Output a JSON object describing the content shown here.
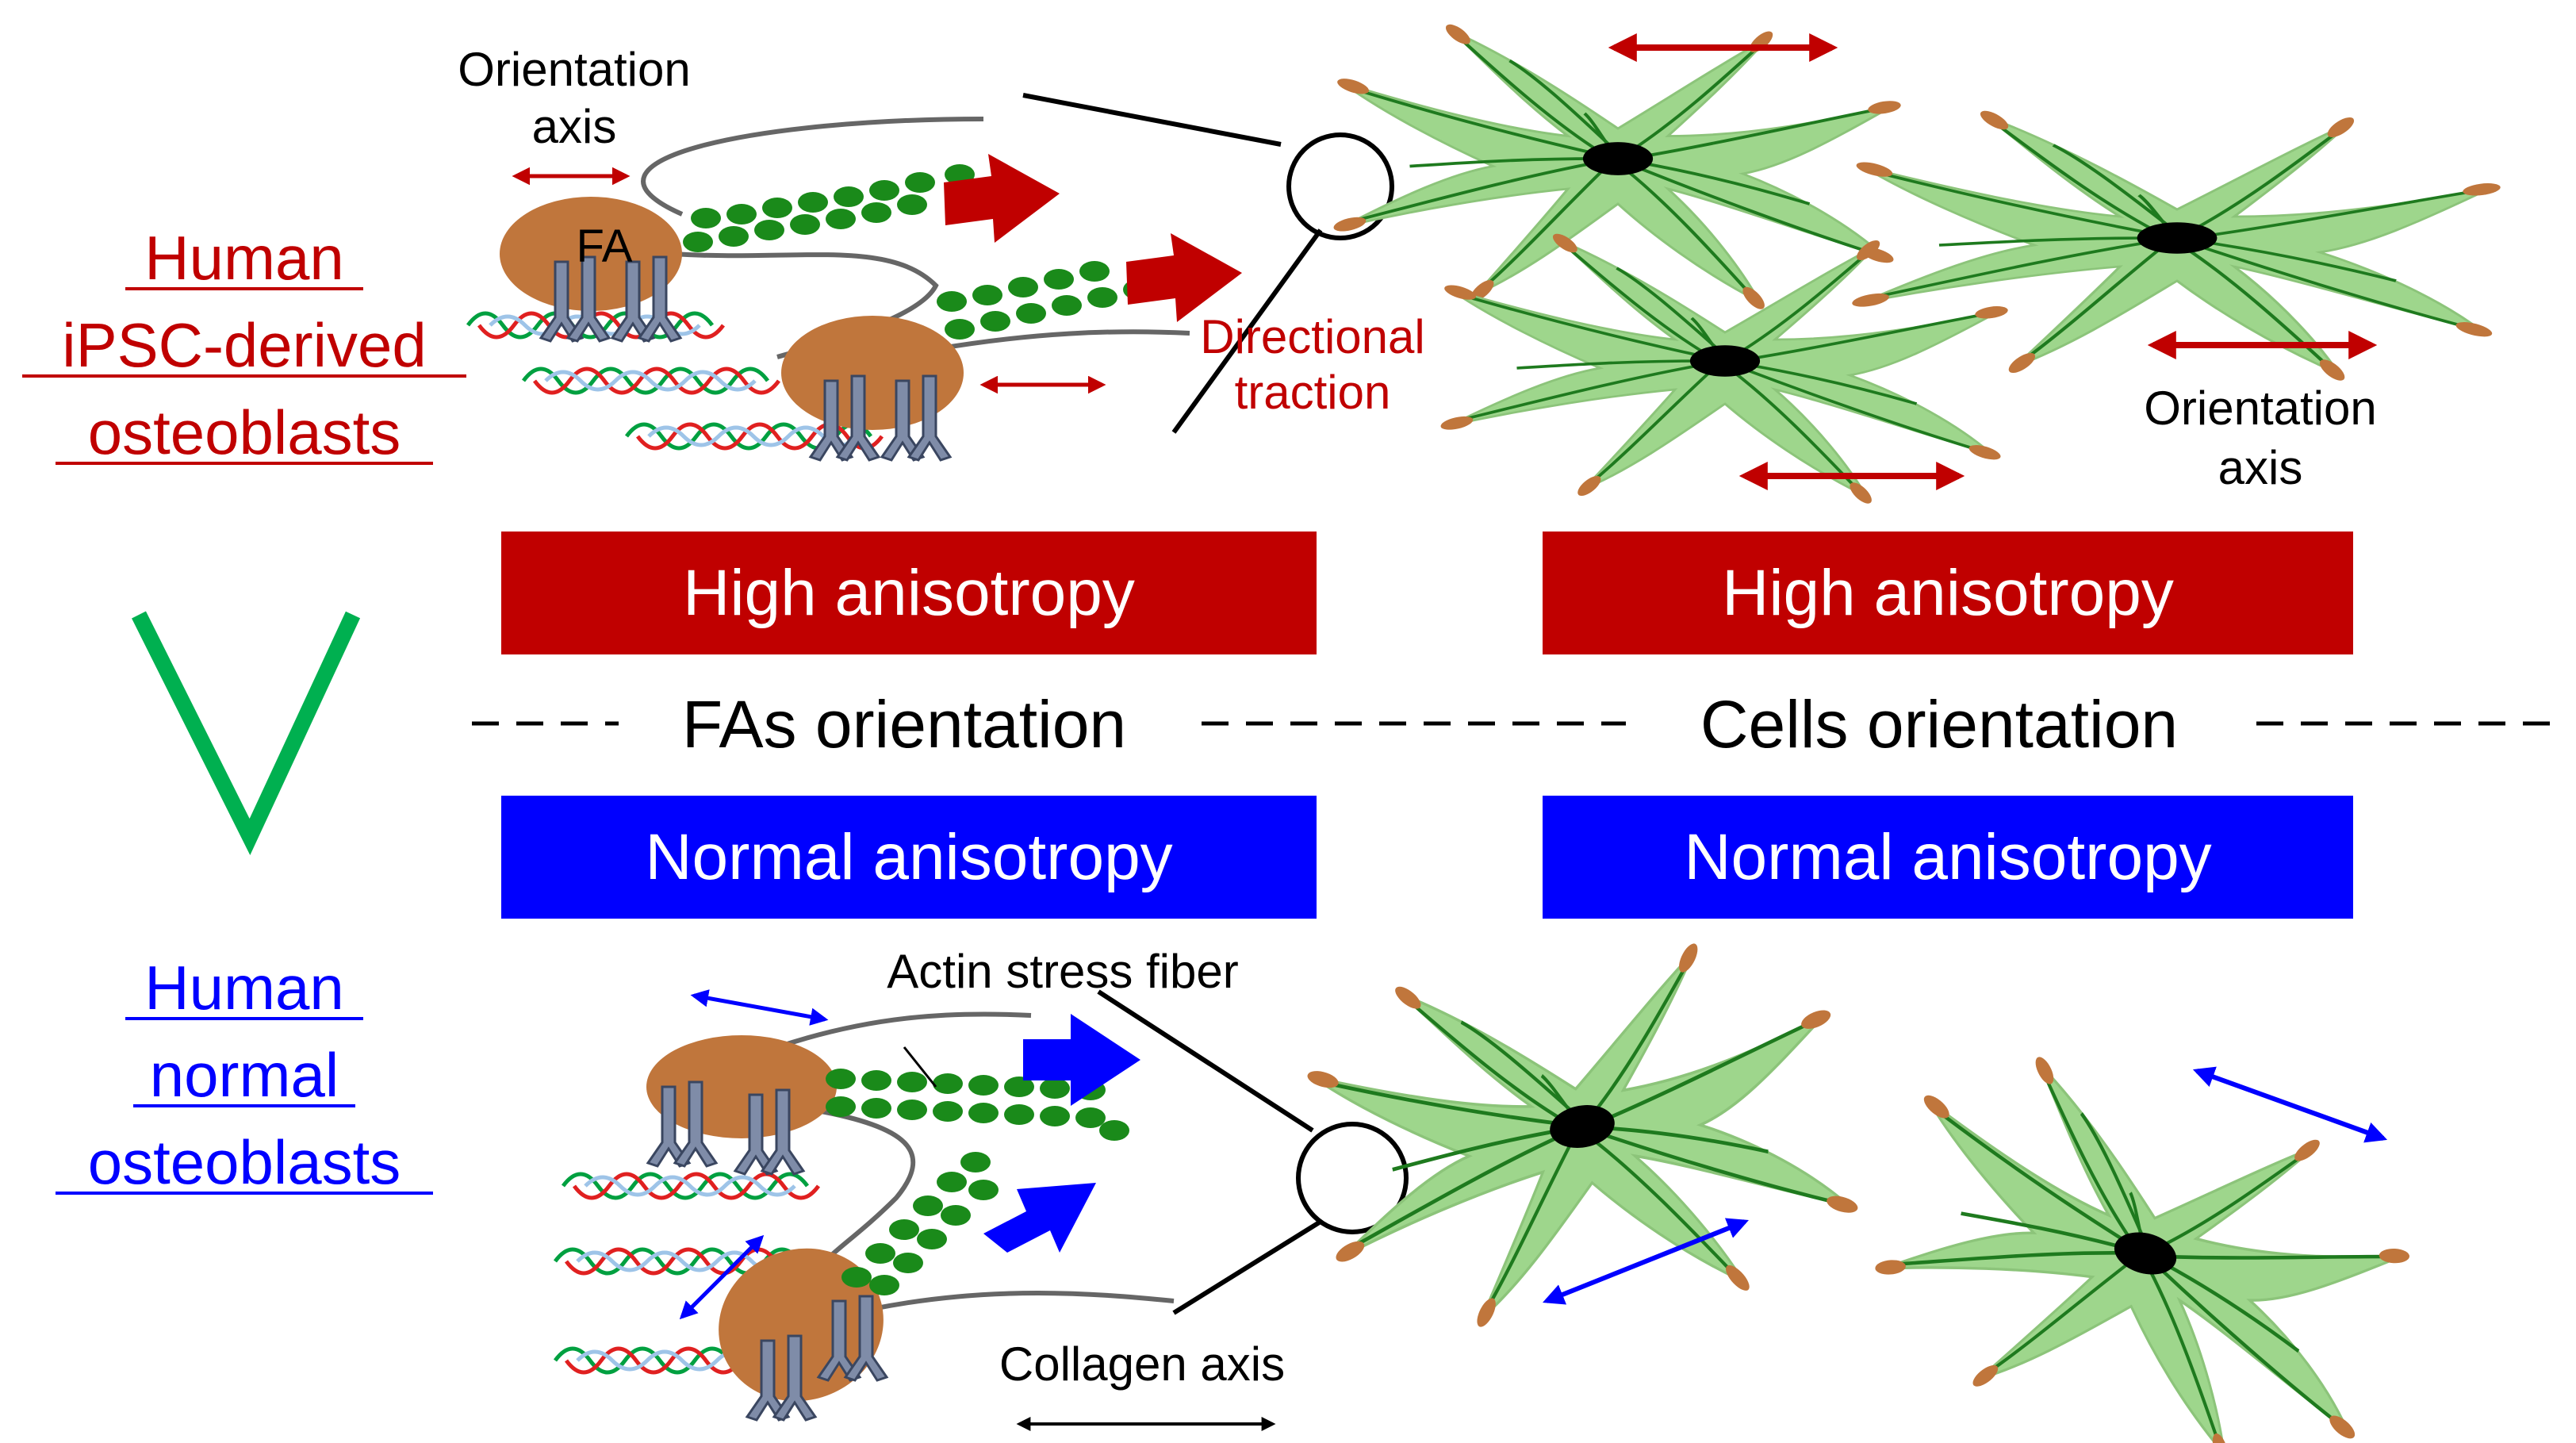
{
  "colors": {
    "red": "#c00000",
    "blue": "#0000ff",
    "green_check": "#00b050",
    "cell_fill": "#9ed68c",
    "cell_line": "#1e7a1e",
    "fa_brown": "#c0763c",
    "integrin": "#7f8ca8",
    "actin_green": "#1a8a1a",
    "black": "#000000"
  },
  "icons": [
    "check-mark-icon",
    "orientation-arrow-icon",
    "traction-arrow-icon",
    "collagen-helix-icon",
    "cell-icon"
  ],
  "groups": {
    "ipsc": {
      "line1": "Human",
      "line2": "iPSC-derived",
      "line3": "osteoblasts"
    },
    "normal": {
      "line1": "Human",
      "line2": "normal",
      "line3": "osteoblasts"
    }
  },
  "labels": {
    "orientation_axis_top_1": "Orientation",
    "orientation_axis_top_2": "axis",
    "fa": "FA",
    "directional_traction_1": "Directional",
    "directional_traction_2": "traction",
    "orientation_axis_right_1": "Orientation",
    "orientation_axis_right_2": "axis",
    "actin_stress_fiber": "Actin stress fiber",
    "collagen_axis": "Collagen axis"
  },
  "boxes": {
    "high_left": "High anisotropy",
    "high_right": "High anisotropy",
    "normal_left": "Normal  anisotropy",
    "normal_right": "Normal  anisotropy"
  },
  "dividers": {
    "fas_orientation": "FAs orientation",
    "cells_orientation": "Cells orientation"
  }
}
